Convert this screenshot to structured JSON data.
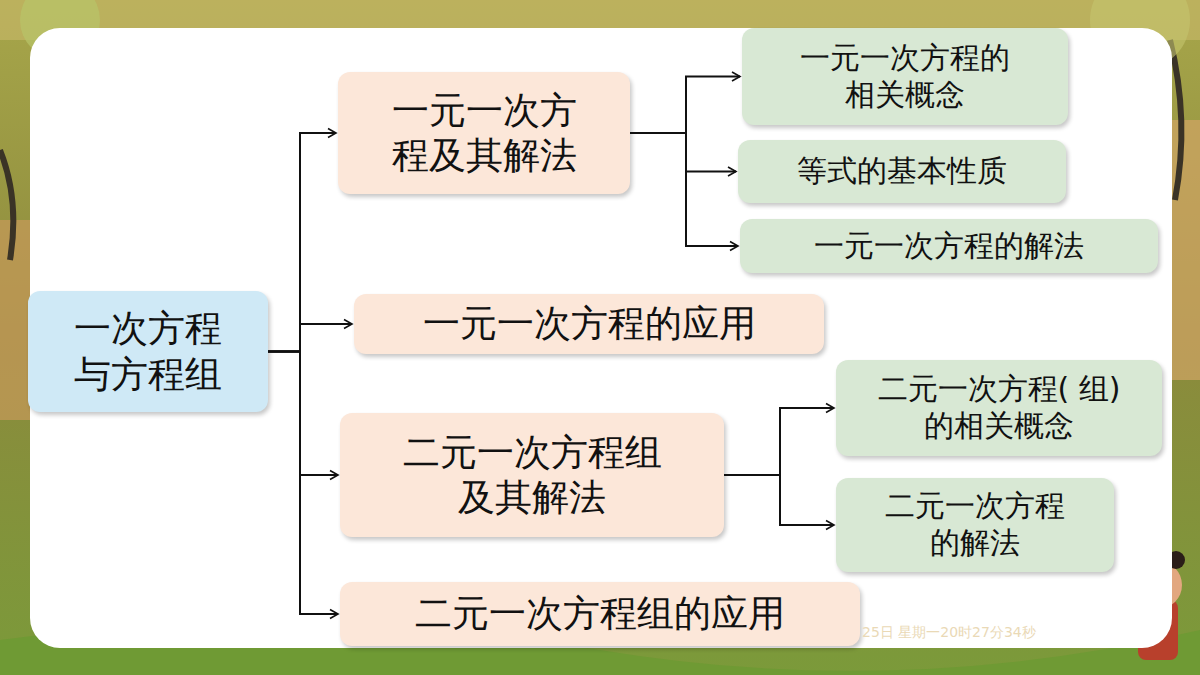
{
  "diagram": {
    "nodes": [
      {
        "text": [
          "一次方程 与方程组"
        ]
      },
      {
        "text": [
          "一元一次方 程及其解法"
        ]
      },
      {
        "text": [
          "一元一次方程的 相关概念"
        ]
      },
      {
        "text": [
          "等式的基本性质"
        ]
      },
      {
        "text": [
          "一元一次方程的解法"
        ]
      },
      {
        "text": [
          "一元一次方程的应用"
        ]
      },
      {
        "text": [
          "二元一次方程组 及其解法"
        ]
      },
      {
        "text": [
          "二元一次方程( 组)的相关概念"
        ]
      },
      {
        "text": [
          "二元一次方程 的解法"
        ]
      },
      {
        "text": [
          "二元一次方程组的应用"
        ]
      }
    ],
    "edges": [
      {
        "from": 0,
        "to": 1,
        "arrow": "to"
      },
      {
        "from": 0,
        "to": 5,
        "arrow": "to"
      },
      {
        "from": 0,
        "to": 6,
        "arrow": "to"
      },
      {
        "from": 0,
        "to": 9,
        "arrow": "to"
      },
      {
        "from": 1,
        "to": 2,
        "arrow": "to"
      },
      {
        "from": 1,
        "to": 3,
        "arrow": "to"
      },
      {
        "from": 1,
        "to": 4,
        "arrow": "to"
      },
      {
        "from": 6,
        "to": 7,
        "arrow": "to"
      },
      {
        "from": 6,
        "to": 8,
        "arrow": "to"
      }
    ],
    "labels": [
      "25日 星期一20时27分34秒"
    ]
  }
}
